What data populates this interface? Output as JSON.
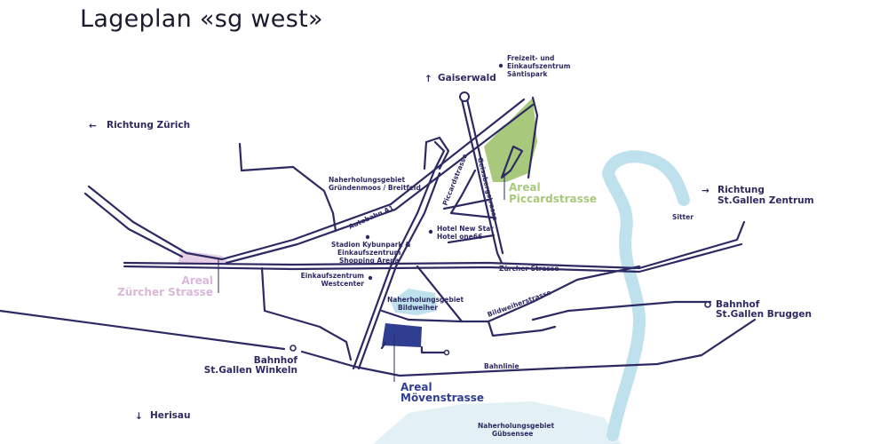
{
  "title": "Lageplan «sg west»",
  "colors": {
    "road": "#2d2a63",
    "areal_moevenstrasse": "#2f3e91",
    "areal_piccardstrasse": "#a8c97c",
    "areal_zuercher": "#e6cfe6",
    "water": "#bfe1ee"
  },
  "directions": {
    "gaiserwald": "Gaiserwald",
    "zuerich": "Richtung Zürich",
    "zentrum_1": "Richtung",
    "zentrum_2": "St.Gallen Zentrum",
    "herisau": "Herisau"
  },
  "areas": {
    "piccard_1": "Areal",
    "piccard_2": "Piccardstrasse",
    "zuercher_1": "Areal",
    "zuercher_2": "Zürcher Strasse",
    "moeven_1": "Areal",
    "moeven_2": "Mövenstrasse"
  },
  "pois": {
    "saentispark": [
      "Freizeit- und",
      "Einkaufszentrum",
      "Säntispark"
    ],
    "gruendenmoos": [
      "Naherholungsgebiet",
      "Gründenmoos / Breitfeld"
    ],
    "hotel": [
      "Hotel New Star",
      "Hotel one66"
    ],
    "stadion": [
      "Stadion Kybunpark &",
      "Einkaufszentrum",
      "Shopping Arena"
    ],
    "westcenter": [
      "Einkaufszentrum",
      "Westcenter"
    ],
    "bildweiher": [
      "Naherholungsgebiet",
      "Bildweiher"
    ],
    "guebsensee": [
      "Naherholungsgebiet",
      "Gübsensee"
    ],
    "bahnhof_winkeln": [
      "Bahnhof",
      "St.Gallen Winkeln"
    ],
    "bahnhof_bruggen": [
      "Bahnhof",
      "St.Gallen Bruggen"
    ]
  },
  "streets": {
    "autobahn": "Autobahn A1",
    "piccardstrasse": "Piccardstrasse",
    "geissbergstrasse": "Geissbergstrasse",
    "zuercher_strasse": "Zürcher Strasse",
    "bildweiherstrasse": "Bildweiherstrasse",
    "bahnlinie": "Bahnlinie",
    "sitter": "Sitter"
  }
}
